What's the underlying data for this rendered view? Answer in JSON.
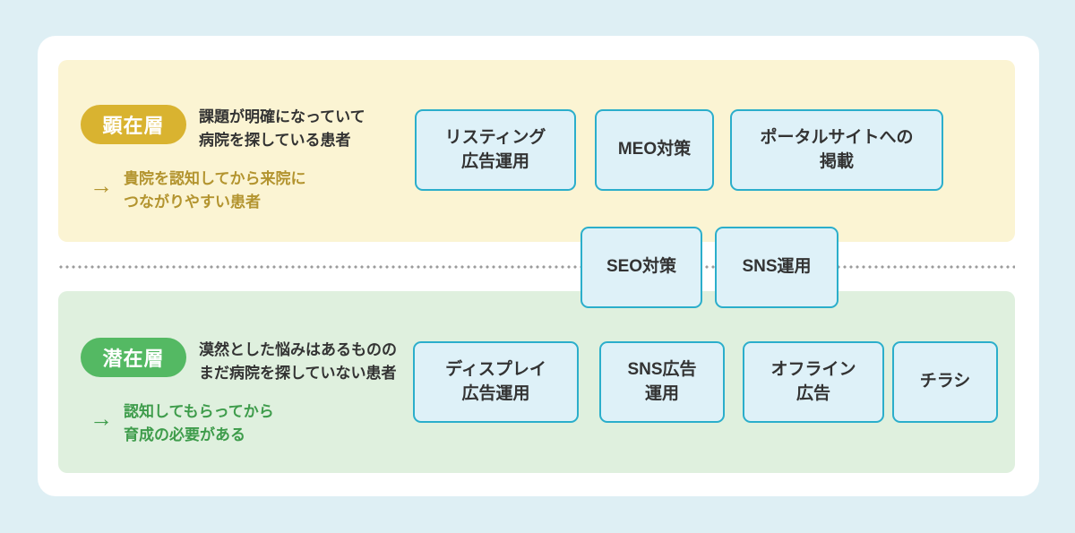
{
  "colors": {
    "page_bg": "#DEEFF4",
    "card_bg": "#FFFFFF",
    "explicit_bg": "#FBF4D3",
    "latent_bg": "#DFF0DE",
    "explicit_accent": "#D9B330",
    "explicit_note": "#B3942F",
    "latent_accent": "#54B963",
    "latent_note": "#3E9C4B",
    "box_bg": "#DEF1F8",
    "box_border": "#2BAECB",
    "dot": "#9C9C9C"
  },
  "sections": {
    "explicit": {
      "badge": "顕在層",
      "description": "課題が明確になっていて\n病院を探している患者",
      "arrow": "→",
      "note": "貴院を認知してから来院に\nつながりやすい患者",
      "boxes": [
        {
          "label": "リスティング\n広告運用"
        },
        {
          "label": "MEO対策"
        },
        {
          "label": "ポータルサイトへの\n掲載"
        }
      ]
    },
    "middle": {
      "boxes": [
        {
          "label": "SEO対策"
        },
        {
          "label": "SNS運用"
        }
      ]
    },
    "latent": {
      "badge": "潜在層",
      "description": "漠然とした悩みはあるものの\nまだ病院を探していない患者",
      "arrow": "→",
      "note": "認知してもらってから\n育成の必要がある",
      "boxes": [
        {
          "label": "ディスプレイ\n広告運用"
        },
        {
          "label": "SNS広告\n運用"
        },
        {
          "label": "オフライン\n広告"
        },
        {
          "label": "チラシ"
        }
      ]
    }
  }
}
